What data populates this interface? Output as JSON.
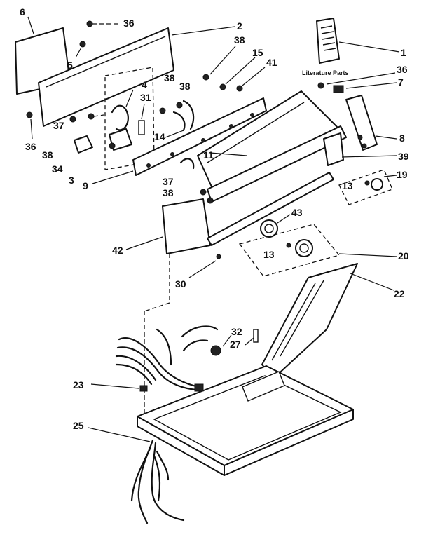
{
  "callouts": {
    "c1": "1",
    "c2": "2",
    "c3": "3",
    "c4": "4",
    "c5": "5",
    "c6": "6",
    "c7": "7",
    "c8": "8",
    "c9": "9",
    "c11": "11",
    "c13a": "13",
    "c13b": "13",
    "c14": "14",
    "c15": "15",
    "c19": "19",
    "c20": "20",
    "c22": "22",
    "c23": "23",
    "c25": "25",
    "c27": "27",
    "c30": "30",
    "c31": "31",
    "c32": "32",
    "c34": "34",
    "c36a": "36",
    "c36b": "36",
    "c36c": "36",
    "c37a": "37",
    "c37b": "37",
    "c38a": "38",
    "c38b": "38",
    "c38c": "38",
    "c38d": "38",
    "c38e": "38",
    "c39": "39",
    "c41": "41",
    "c42": "42",
    "c43": "43"
  },
  "literature_label": "Literature Parts"
}
